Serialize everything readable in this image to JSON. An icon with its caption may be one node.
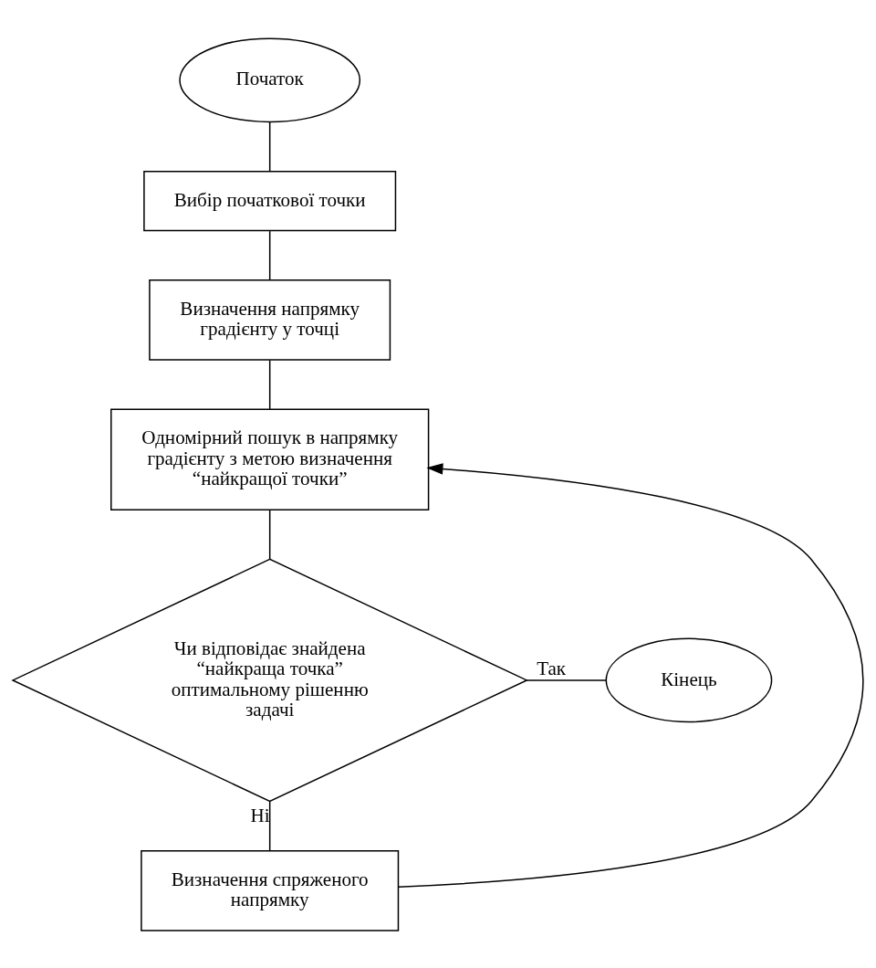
{
  "diagram": {
    "nodes": [
      {
        "text": [
          "Початок"
        ]
      },
      {
        "text": [
          "Вибір початкової точки"
        ]
      },
      {
        "text": [
          "Визначення напрямку градієнту у точці"
        ]
      },
      {
        "text": [
          "Одномірний пошук в напрямку градієнту з метою визначення “найкращої точки”"
        ]
      },
      {
        "text": [
          "Чи відповідає знайдена “найкраща точка” оптимальному рішенню задачі"
        ]
      },
      {
        "text": [
          "Кінець"
        ]
      },
      {
        "text": [
          "Визначення спряженого напрямку"
        ]
      }
    ],
    "edges": [
      {
        "from": 0,
        "to": 1,
        "arrow": "none"
      },
      {
        "from": 1,
        "to": 2,
        "arrow": "none"
      },
      {
        "from": 2,
        "to": 3,
        "arrow": "none"
      },
      {
        "from": 3,
        "to": 4,
        "arrow": "none"
      },
      {
        "from": 4,
        "to": 5,
        "arrow": "none",
        "label": "Так"
      },
      {
        "from": 4,
        "to": 6,
        "arrow": "none",
        "label": "Ні"
      },
      {
        "from": 6,
        "to": 3,
        "arrow": "to"
      }
    ]
  }
}
